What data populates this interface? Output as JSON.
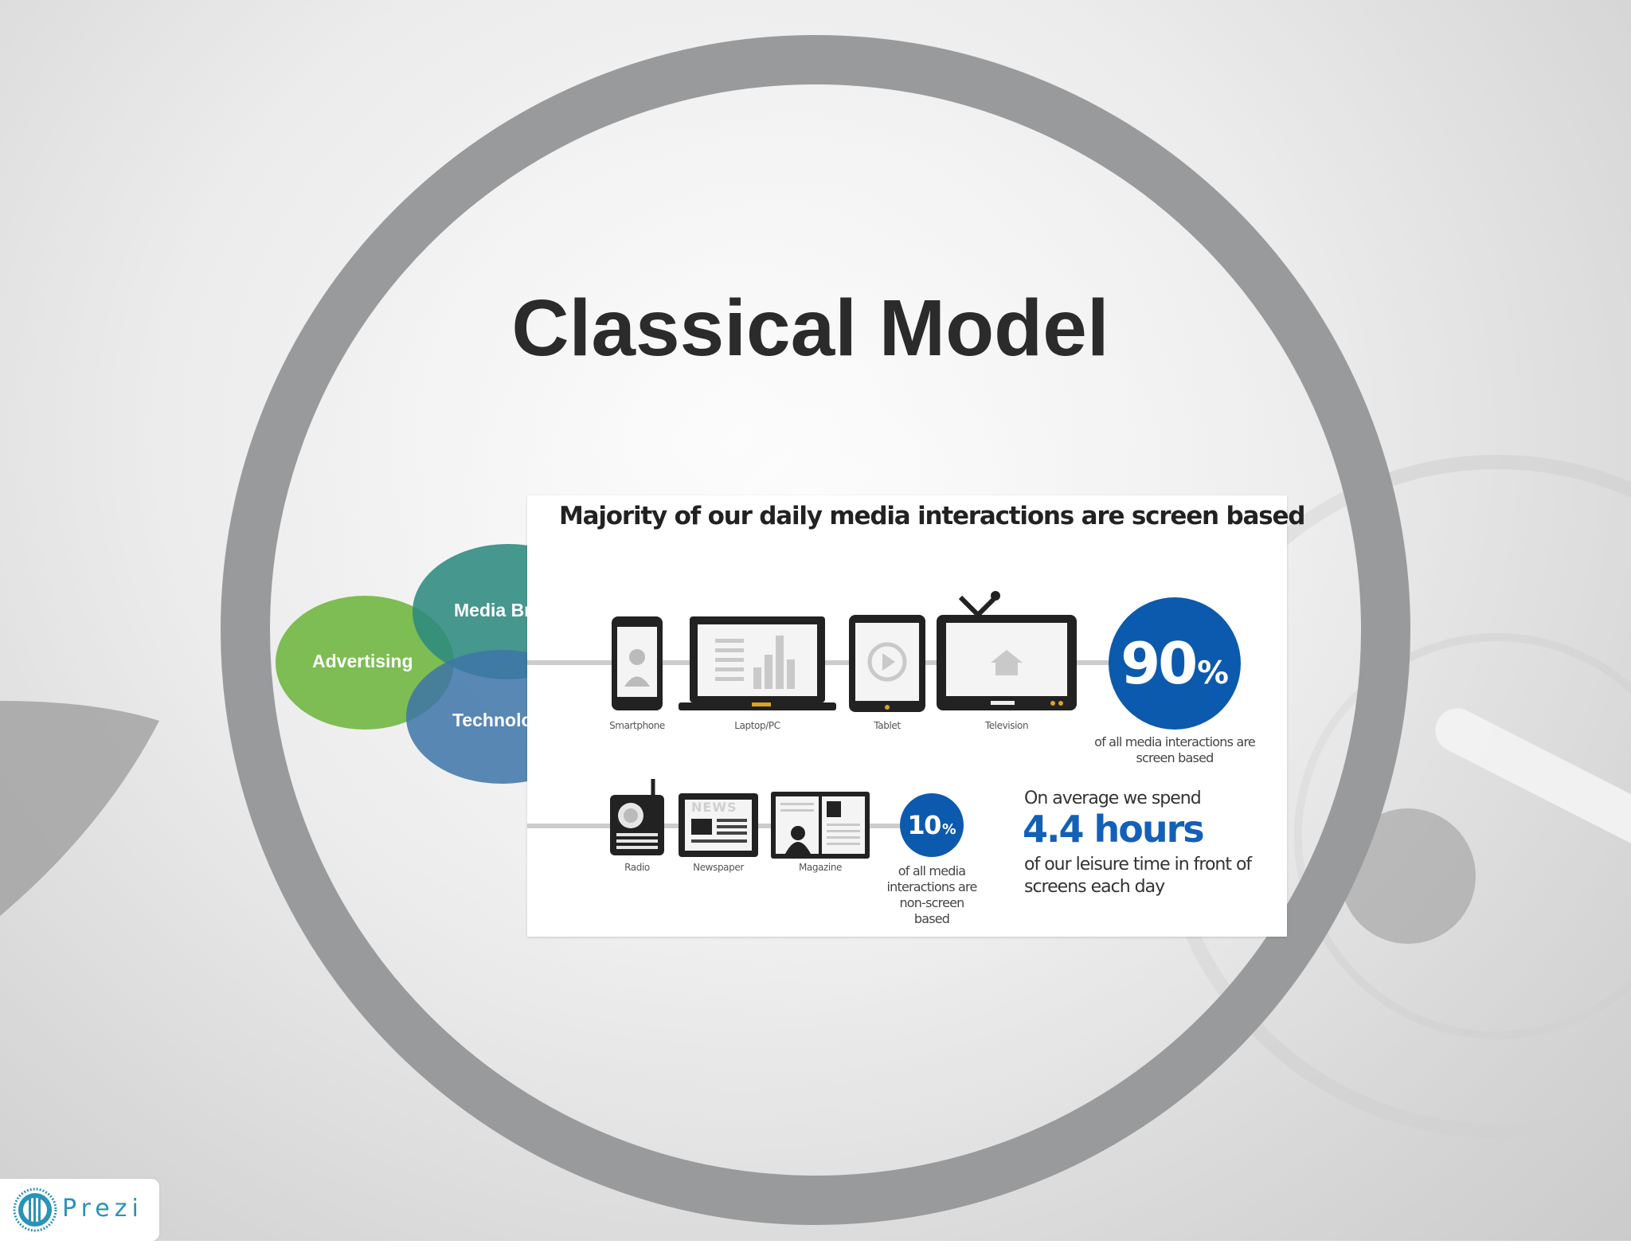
{
  "slide": {
    "title": "Classical Model"
  },
  "venn": {
    "circles": [
      {
        "label": "Media Brands",
        "color": "#2e8a7e"
      },
      {
        "label": "Advertising",
        "color": "#76b94a"
      },
      {
        "label": "Technology",
        "color": "#3d74a8"
      }
    ]
  },
  "infographic": {
    "heading": "Majority of our daily media interactions are screen based",
    "screen_devices": [
      {
        "label": "Smartphone",
        "icon": "smartphone-icon"
      },
      {
        "label": "Laptop/PC",
        "icon": "laptop-icon"
      },
      {
        "label": "Tablet",
        "icon": "tablet-icon"
      },
      {
        "label": "Television",
        "icon": "television-icon"
      }
    ],
    "screen_stat": {
      "value": "90",
      "unit": "%",
      "caption": "of all media interactions are screen based"
    },
    "nonscreen_devices": [
      {
        "label": "Radio",
        "icon": "radio-icon"
      },
      {
        "label": "Newspaper",
        "icon": "newspaper-icon"
      },
      {
        "label": "Magazine",
        "icon": "magazine-icon"
      }
    ],
    "newspaper_masthead": "NEWS",
    "nonscreen_stat": {
      "value": "10",
      "unit": "%",
      "caption": "of all media interactions are non-screen based"
    },
    "average": {
      "intro": "On average we spend",
      "hours": "4.4 hours",
      "rest": "of our leisure time in front of screens each day"
    },
    "accent_color": "#0c5aad"
  },
  "brand": {
    "name": "Prezi",
    "display": "Prezi",
    "color": "#2a93b8"
  }
}
